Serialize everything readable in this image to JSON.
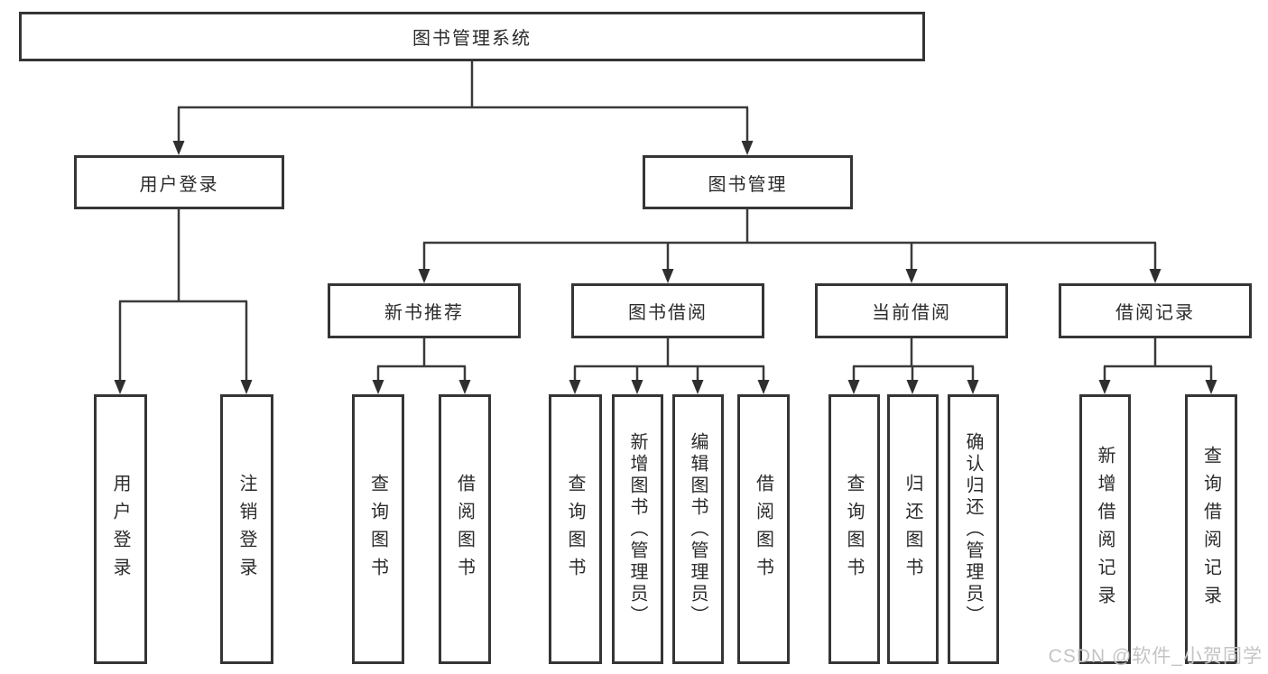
{
  "tree": {
    "root": "图书管理系统",
    "children": [
      {
        "label": "用户登录",
        "children": [
          "用户登录",
          "注销登录"
        ]
      },
      {
        "label": "图书管理",
        "children": [
          {
            "label": "新书推荐",
            "children": [
              "查询图书",
              "借阅图书"
            ]
          },
          {
            "label": "图书借阅",
            "children": [
              "查询图书",
              "新增图书（管理员）",
              "编辑图书（管理员）",
              "借阅图书"
            ]
          },
          {
            "label": "当前借阅",
            "children": [
              "查询图书",
              "归还图书",
              "确认归还（管理员）"
            ]
          },
          {
            "label": "借阅记录",
            "children": [
              "新增借阅记录",
              "查询借阅记录"
            ]
          }
        ]
      }
    ]
  },
  "colors": {
    "line": "#3a3a3a",
    "box_border": "#353535",
    "text": "#2b2b2b",
    "watermark": "#c4c4c4",
    "background": "#ffffff"
  },
  "watermark": "CSDN @软件_小贺同学"
}
